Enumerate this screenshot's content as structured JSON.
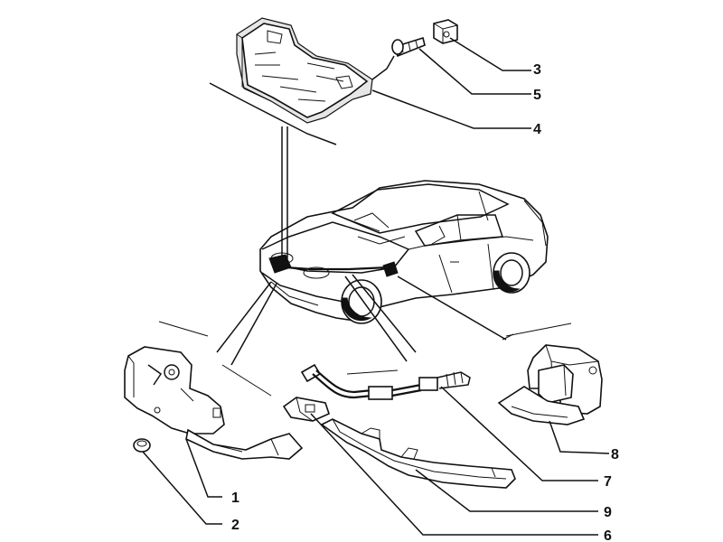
{
  "diagram": {
    "callouts": [
      {
        "id": "3",
        "label": "3"
      },
      {
        "id": "5",
        "label": "5"
      },
      {
        "id": "4",
        "label": "4"
      },
      {
        "id": "8",
        "label": "8"
      },
      {
        "id": "7",
        "label": "7"
      },
      {
        "id": "1",
        "label": "1"
      },
      {
        "id": "9",
        "label": "9"
      },
      {
        "id": "2",
        "label": "2"
      },
      {
        "id": "6",
        "label": "6"
      }
    ],
    "colors": {
      "line": "#111111",
      "background": "#ffffff",
      "shade": "#e6e6e6"
    }
  }
}
